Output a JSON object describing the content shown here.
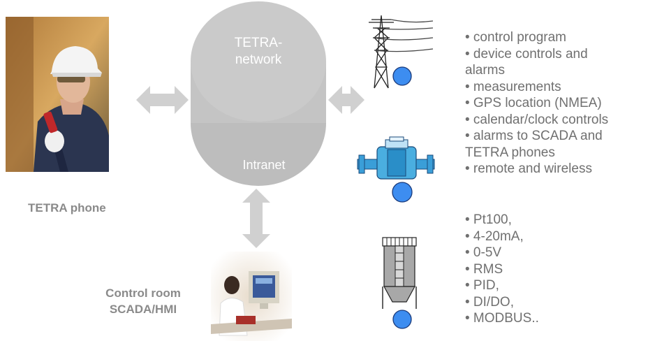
{
  "diagram": {
    "network": {
      "title_line1": "TETRA-",
      "title_line2": "network",
      "intranet_label": "Intranet"
    },
    "labels": {
      "phone": "TETRA phone",
      "control_room_line1": "Control room",
      "control_room_line2": "SCADA/HMI"
    },
    "features": [
      "• control program",
      "• device controls and",
      "alarms",
      "• measurements",
      "• GPS location (NMEA)",
      "• calendar/clock controls",
      "• alarms to SCADA and",
      "TETRA   phones",
      "• remote and wireless"
    ],
    "io": [
      "• Pt100,",
      "• 4-20mA,",
      "• 0-5V",
      "• RMS",
      "• PID,",
      "• DI/DO,",
      "• MODBUS.."
    ],
    "colors": {
      "network_fill": "#c8c8c8",
      "arrow_fill": "#d0d0d0",
      "device_circle": "#3d8df0",
      "pipe_blue": "#3a9ed8",
      "text_gray": "#707070"
    }
  }
}
